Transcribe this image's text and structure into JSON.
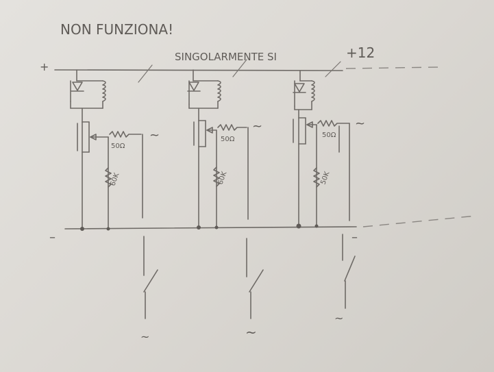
{
  "notes": {
    "title": "NON FUNZIONA!",
    "subtitle": "SINGOLARMENTE SI",
    "supply": "+12",
    "plus_sign": "+",
    "minus_sign_left": "–",
    "minus_sign_right": "–"
  },
  "stages": [
    {
      "pot_label": "50Ω",
      "res_label": "60K",
      "ac_symbol": "~",
      "out_symbol": "~"
    },
    {
      "pot_label": "50Ω",
      "res_label": "60K",
      "ac_symbol": "~",
      "out_symbol": "~"
    },
    {
      "pot_label": "50Ω",
      "res_label": "50K",
      "ac_symbol": "~",
      "out_symbol": "~"
    }
  ]
}
